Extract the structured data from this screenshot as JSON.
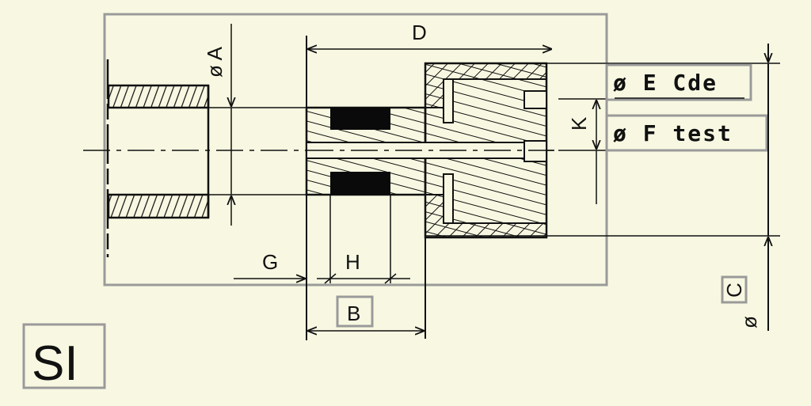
{
  "labels": {
    "dim_a": "ø A",
    "dim_b": "B",
    "dim_c": "C",
    "dim_c_symbol": "ø",
    "dim_d": "D",
    "dim_e": "ø E Cde",
    "dim_f": "ø F test",
    "dim_g": "G",
    "dim_h": "H",
    "dim_k": "K",
    "unit_system": "SI"
  },
  "colors": {
    "background": "#f8f8e2",
    "line": "#111111",
    "frame": "#9a9a9a"
  }
}
